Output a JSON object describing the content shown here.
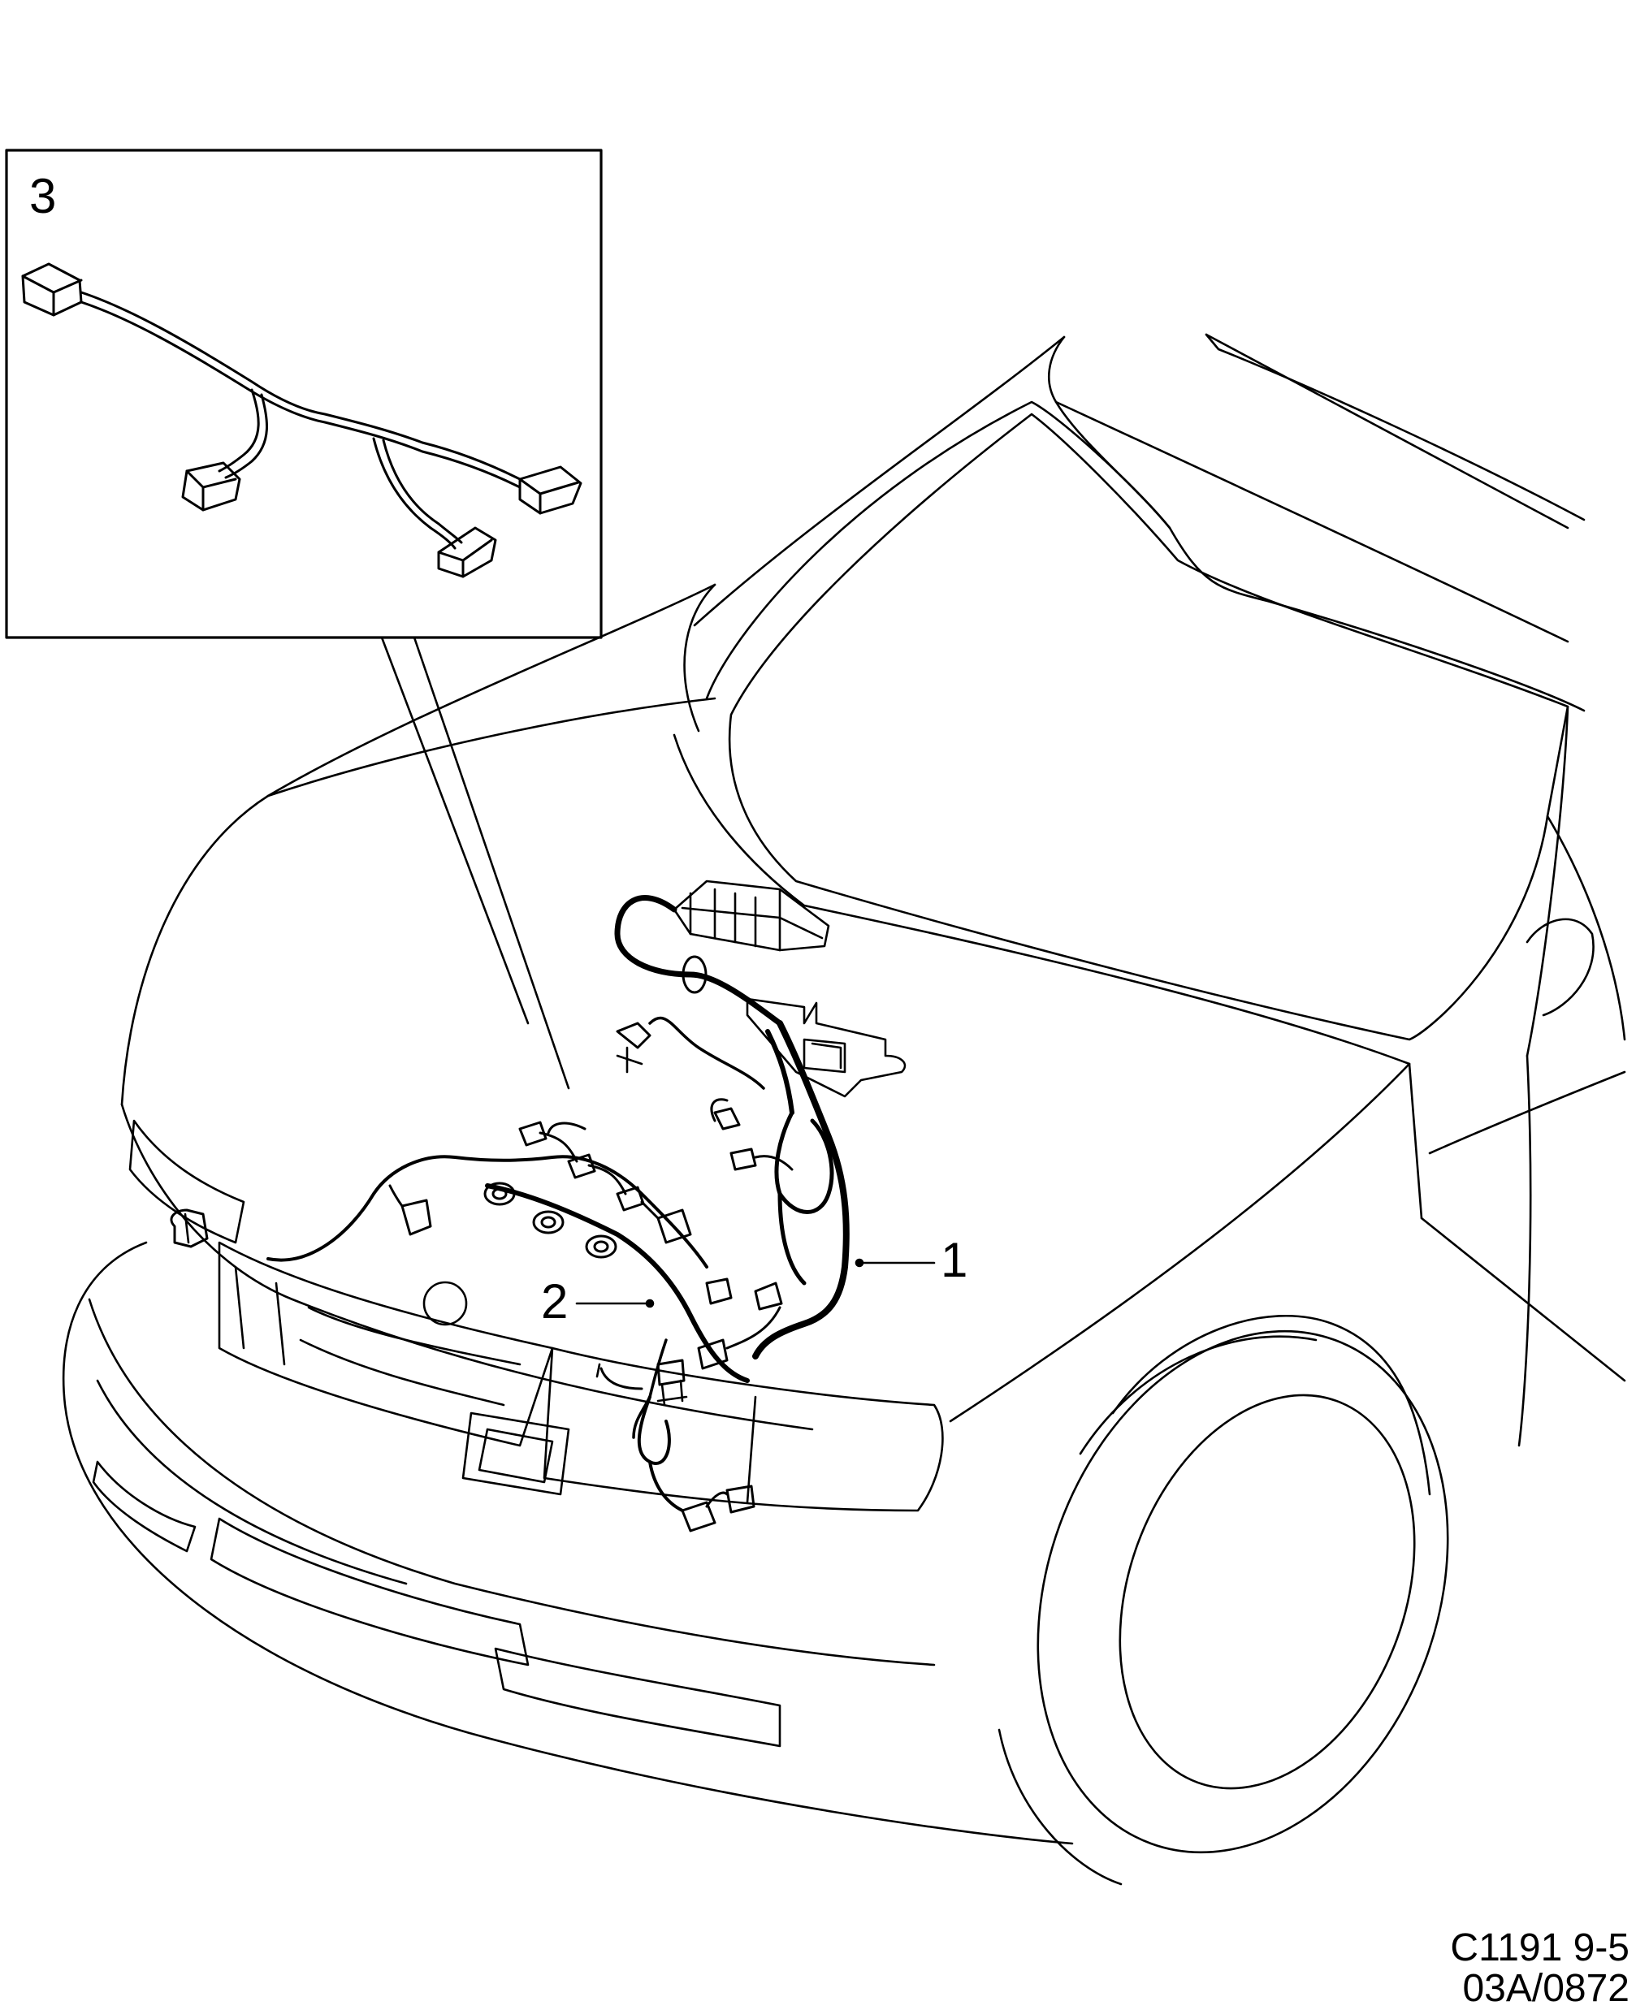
{
  "callouts": {
    "inset_label": "3",
    "label_1": "1",
    "label_2": "2"
  },
  "footer": {
    "figure_code": "C1191 9-5",
    "reference": "03A/0872"
  },
  "colors": {
    "line": "#000000",
    "background": "#ffffff"
  }
}
